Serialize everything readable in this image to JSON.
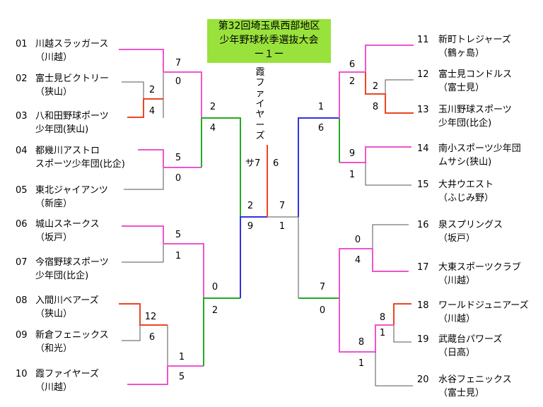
{
  "title": {
    "line1": "第32回埼玉県西部地区",
    "line2": "少年野球秋季選抜大会",
    "line3": "ー１ー"
  },
  "champion": {
    "chars": [
      "霞",
      "フ",
      "ァ",
      "イ",
      "ヤ",
      "ー",
      "ズ"
    ]
  },
  "final": {
    "score_left_label": "サ7",
    "score_right": "6"
  },
  "left_teams": [
    {
      "num": "01",
      "name": "川越スラッガース",
      "loc": "（川越）"
    },
    {
      "num": "02",
      "name": "富士見ビクトリー",
      "loc": "（狭山）"
    },
    {
      "num": "03",
      "name": "八和田野球ポーツ",
      "loc": "少年団(狭山)"
    },
    {
      "num": "04",
      "name": "都幾川アストロ",
      "loc": "スポーツ少年団(比企)"
    },
    {
      "num": "05",
      "name": "東北ジャイアンツ",
      "loc": "（新座）"
    },
    {
      "num": "06",
      "name": "城山スネークス",
      "loc": "（坂戸）"
    },
    {
      "num": "07",
      "name": "今宿野球スポーツ",
      "loc": "少年団(比企)"
    },
    {
      "num": "08",
      "name": "入間川ベアーズ",
      "loc": "（狭山）"
    },
    {
      "num": "09",
      "name": "新倉フェニックス",
      "loc": "（和光）"
    },
    {
      "num": "10",
      "name": "霞ファイヤーズ",
      "loc": "（川越）"
    }
  ],
  "right_teams": [
    {
      "num": "11",
      "name": "新町トレジャーズ",
      "loc": "（鶴ヶ島）"
    },
    {
      "num": "12",
      "name": "富士見コンドルス",
      "loc": "（富士見）"
    },
    {
      "num": "13",
      "name": "玉川野球スポーツ",
      "loc": "少年団(比企)"
    },
    {
      "num": "14",
      "name": "南小スポーツ少年団",
      "loc": "ムサシ(狭山)"
    },
    {
      "num": "15",
      "name": "大井ウエスト",
      "loc": "（ふじみ野）"
    },
    {
      "num": "16",
      "name": "泉スプリングス",
      "loc": "（坂戸）"
    },
    {
      "num": "17",
      "name": "大東スポーツクラブ",
      "loc": "（川越）"
    },
    {
      "num": "18",
      "name": "ワールドジュニアーズ",
      "loc": "（川越）"
    },
    {
      "num": "19",
      "name": "武蔵台パワーズ",
      "loc": "（日高）"
    },
    {
      "num": "20",
      "name": "水谷フェニックス",
      "loc": "（富士見）"
    }
  ],
  "scores": {
    "l_r1_0203_a": "2",
    "l_r1_0203_b": "4",
    "l_r1_0809_a": "12",
    "l_r1_0809_b": "6",
    "l_r2_01_a": "7",
    "l_r2_01_b": "0",
    "l_r2_0405_a": "5",
    "l_r2_0405_b": "0",
    "l_r2_0607_a": "5",
    "l_r2_0607_b": "1",
    "l_r2_10_a": "1",
    "l_r2_10_b": "5",
    "l_r3_top_a": "2",
    "l_r3_top_b": "4",
    "l_r3_bot_a": "0",
    "l_r3_bot_b": "2",
    "l_semi_a": "2",
    "l_semi_b": "9",
    "r_r1_1213_a": "2",
    "r_r1_1213_b": "8",
    "r_r1_1819_a": "8",
    "r_r1_1819_b": "1",
    "r_r2_11_a": "6",
    "r_r2_11_b": "2",
    "r_r2_1415_a": "9",
    "r_r2_1415_b": "1",
    "r_r2_1617_a": "0",
    "r_r2_1617_b": "4",
    "r_r2_20_a": "8",
    "r_r2_20_b": "1",
    "r_r3_top_a": "1",
    "r_r3_top_b": "6",
    "r_r3_bot_a": "7",
    "r_r3_bot_b": "0",
    "r_semi_a": "7",
    "r_semi_b": "1"
  },
  "colors": {
    "pink": "#ee55cc",
    "red": "#ee4422",
    "green": "#22aa22",
    "blue": "#3333dd",
    "black": "#555555",
    "title_bg": "#99e23c"
  }
}
